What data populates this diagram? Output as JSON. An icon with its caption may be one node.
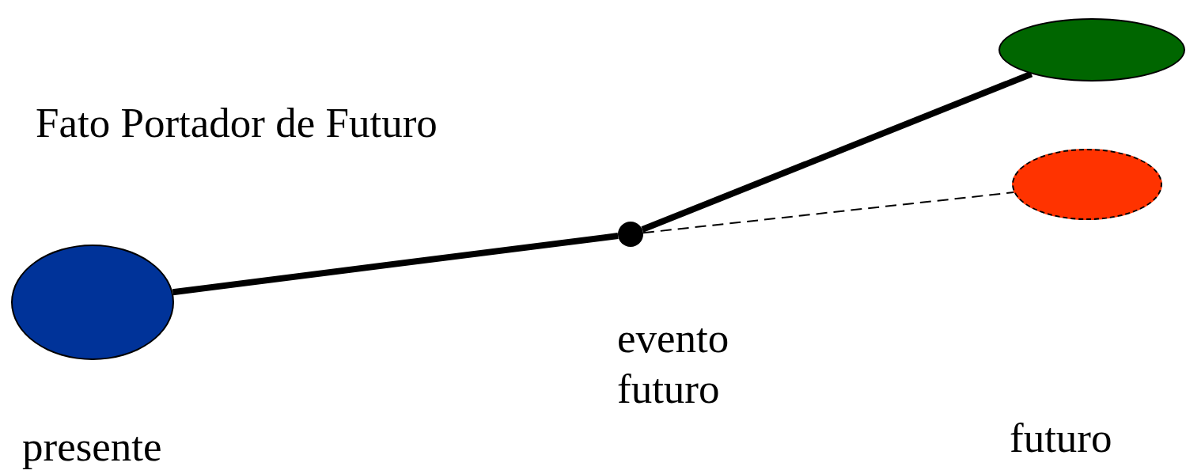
{
  "diagram": {
    "title": "Fato Portador de Futuro",
    "nodes": [
      {
        "text": [],
        "shape": "ellipse",
        "beside": [
          "presente"
        ]
      },
      {
        "text": [],
        "shape": "circle",
        "beside": [
          "evento futuro"
        ]
      },
      {
        "text": [],
        "shape": "ellipse"
      },
      {
        "text": [],
        "shape": "ellipse"
      }
    ],
    "edges": [
      {
        "from": 0,
        "to": 1,
        "arrow": "none"
      },
      {
        "from": 1,
        "to": 2,
        "arrow": "none"
      },
      {
        "from": 1,
        "to": 3,
        "arrow": "none",
        "style": "dashed"
      }
    ],
    "labels": [
      "futuro"
    ]
  }
}
